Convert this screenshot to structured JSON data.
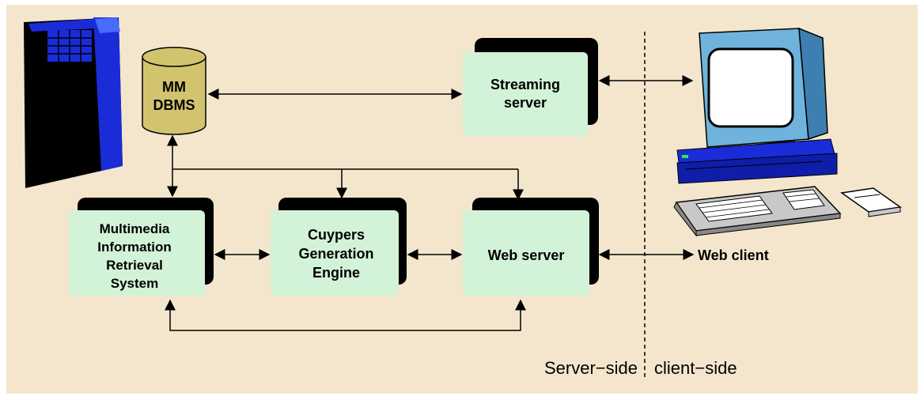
{
  "nodes": {
    "mm_dbms": {
      "lines": [
        "MM",
        "DBMS"
      ]
    },
    "streaming_server": {
      "lines": [
        "Streaming",
        "server"
      ]
    },
    "mirs": {
      "lines": [
        "Multimedia",
        "Information",
        "Retrieval",
        "System"
      ]
    },
    "cuypers": {
      "lines": [
        "Cuypers",
        "Generation",
        "Engine"
      ]
    },
    "web_server": {
      "lines": [
        "Web server"
      ]
    },
    "web_client": {
      "label": "Web client"
    }
  },
  "regions": {
    "server_side": "Server−side",
    "client_side": "client−side"
  },
  "colors": {
    "background": "#f3e6cd",
    "box_fill": "#d2f3d7",
    "box_shadow": "#000000",
    "db_fill": "#d2c46e",
    "server_tower": "#000000",
    "server_blue": "#1a2cd8",
    "monitor_blue": "#6fb3dd",
    "screen_white": "#ffffff",
    "keyboard_gray": "#c8c8c8"
  },
  "icons": {
    "server": "server-tower-icon",
    "database": "database-cylinder-icon",
    "client": "desktop-computer-icon"
  }
}
